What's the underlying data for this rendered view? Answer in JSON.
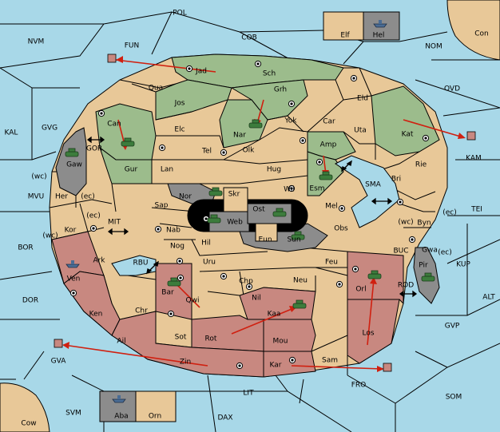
{
  "board": {
    "powers": {
      "green": {
        "color": "#9cbc8c"
      },
      "red": {
        "color": "#c88880"
      },
      "grey": {
        "color": "#8c8c8c"
      },
      "neutral": {
        "color": "#e8c898"
      },
      "sea": {
        "color": "#a8d8e8"
      }
    },
    "regions": {
      "POL": "POL",
      "NVM": "NVM",
      "FUN": "FUN",
      "COB": "COB",
      "NOM": "NOM",
      "Con": "Con",
      "OVD": "OVD",
      "KAL": "KAL",
      "GVG": "GVG",
      "GOR": "GOR",
      "KAM": "KAM",
      "SMA": "SMA",
      "MVU": "MVU",
      "MIT": "MIT",
      "TEI": "TEI",
      "BOR": "BOR",
      "RBU": "RBU",
      "BUC": "BUC",
      "KUP": "KUP",
      "DOR": "DOR",
      "ROD": "ROD",
      "ALT": "ALT",
      "GVP": "GVP",
      "GVA": "GVA",
      "FRO": "FRO",
      "SOM": "SOM",
      "LIT": "LIT",
      "SVM": "SVM",
      "DAX": "DAX",
      "Cow": "Cow",
      "Elf": "Elf",
      "Hel": "Hel",
      "Jad": "Jad",
      "Sch": "Sch",
      "Qua": "Qua",
      "Jos": "Jos",
      "Grh": "Grh",
      "Eld": "Eld",
      "Can": "Can",
      "Nar": "Nar",
      "Yok": "Yok",
      "Car": "Car",
      "Uta": "Uta",
      "Kat": "Kat",
      "Elc": "Elc",
      "Olk": "Olk",
      "Amp": "Amp",
      "Gaw": "Gaw",
      "Gur": "Gur",
      "Tel": "Tel",
      "Lan": "Lan",
      "Hug": "Hug",
      "Esm": "Esm",
      "Rie": "Rie",
      "Bri": "Bri",
      "Her": "Her",
      "Nor": "Nor",
      "Skr": "Skr",
      "Wil": "Wil",
      "Sap": "Sap",
      "Ost": "Ost",
      "Web": "Web",
      "Mel": "Mel",
      "Byn": "Byn",
      "Kor": "Kor",
      "Nab": "Nab",
      "Eun": "Eun",
      "Sun": "Sun",
      "Obs": "Obs",
      "Gwa": "Gwa",
      "Hil": "Hil",
      "Nog": "Nog",
      "Ark": "Ark",
      "Uru": "Uru",
      "Feu": "Feu",
      "Pir": "Pir",
      "Ven": "Ven",
      "Chp": "Chp",
      "Neu": "Neu",
      "Orl": "Orl",
      "Bar": "Bar",
      "Qwi": "Qwi",
      "Nil": "Nil",
      "Ken": "Ken",
      "Chr": "Chr",
      "Kaa": "Kaa",
      "Los": "Los",
      "Rot": "Rot",
      "Sot": "Sot",
      "Ail": "Ail",
      "Mou": "Mou",
      "Zin": "Zin",
      "Kar": "Kar",
      "Sam": "Sam",
      "Aba": "Aba",
      "Orn": "Orn"
    },
    "coast_tags": {
      "wc1": "(wc)",
      "ec1": "(ec)",
      "ec2": "(ec)",
      "wc2": "(wc)",
      "wc3": "(wc)",
      "ec3": "(ec)",
      "ec4": "(ec)"
    },
    "icons": {
      "army": "army-icon",
      "fleet": "fleet-icon",
      "supply_center": "supply-center-icon",
      "order": "order-arrow"
    }
  }
}
